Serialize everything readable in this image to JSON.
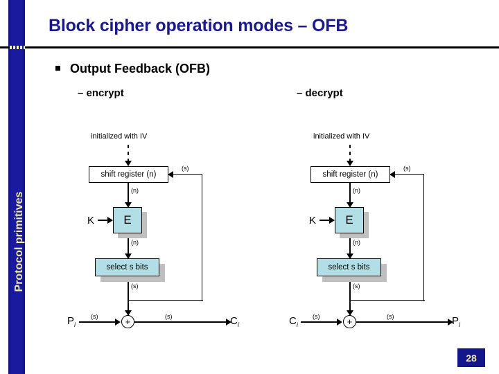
{
  "slide": {
    "title": "Block cipher operation modes – OFB",
    "page_number": "28",
    "side_label": "Protocol primitives",
    "colors": {
      "title": "#1a1a8c",
      "sidebar": "#1a1aa0",
      "sidebar_text": "#f2eda0",
      "block_fill": "#b2dfe5",
      "shadow": "#bfbfbf"
    }
  },
  "bullet": {
    "marker": "square-bullet",
    "text": "Output Feedback (OFB)"
  },
  "panels": [
    {
      "heading": "–  encrypt",
      "iv_label": "initialized with IV",
      "shift_register": "shift register (n)",
      "cipher_block": "E",
      "key_label": "K",
      "select_block": "select s bits",
      "feedback_label": "(s)",
      "width_n_1": "(n)",
      "width_n_2": "(n)",
      "width_s_out": "(s)",
      "input_term": "P",
      "input_sub": "i",
      "input_width": "(s)",
      "xor_symbol": "+",
      "output_width": "(s)",
      "output_term": "C",
      "output_sub": "i"
    },
    {
      "heading": "–  decrypt",
      "iv_label": "initialized with IV",
      "shift_register": "shift register (n)",
      "cipher_block": "E",
      "key_label": "K",
      "select_block": "select s bits",
      "feedback_label": "(s)",
      "width_n_1": "(n)",
      "width_n_2": "(n)",
      "width_s_out": "(s)",
      "input_term": "C",
      "input_sub": "i",
      "input_width": "(s)",
      "xor_symbol": "+",
      "output_width": "(s)",
      "output_term": "P",
      "output_sub": "i"
    }
  ]
}
